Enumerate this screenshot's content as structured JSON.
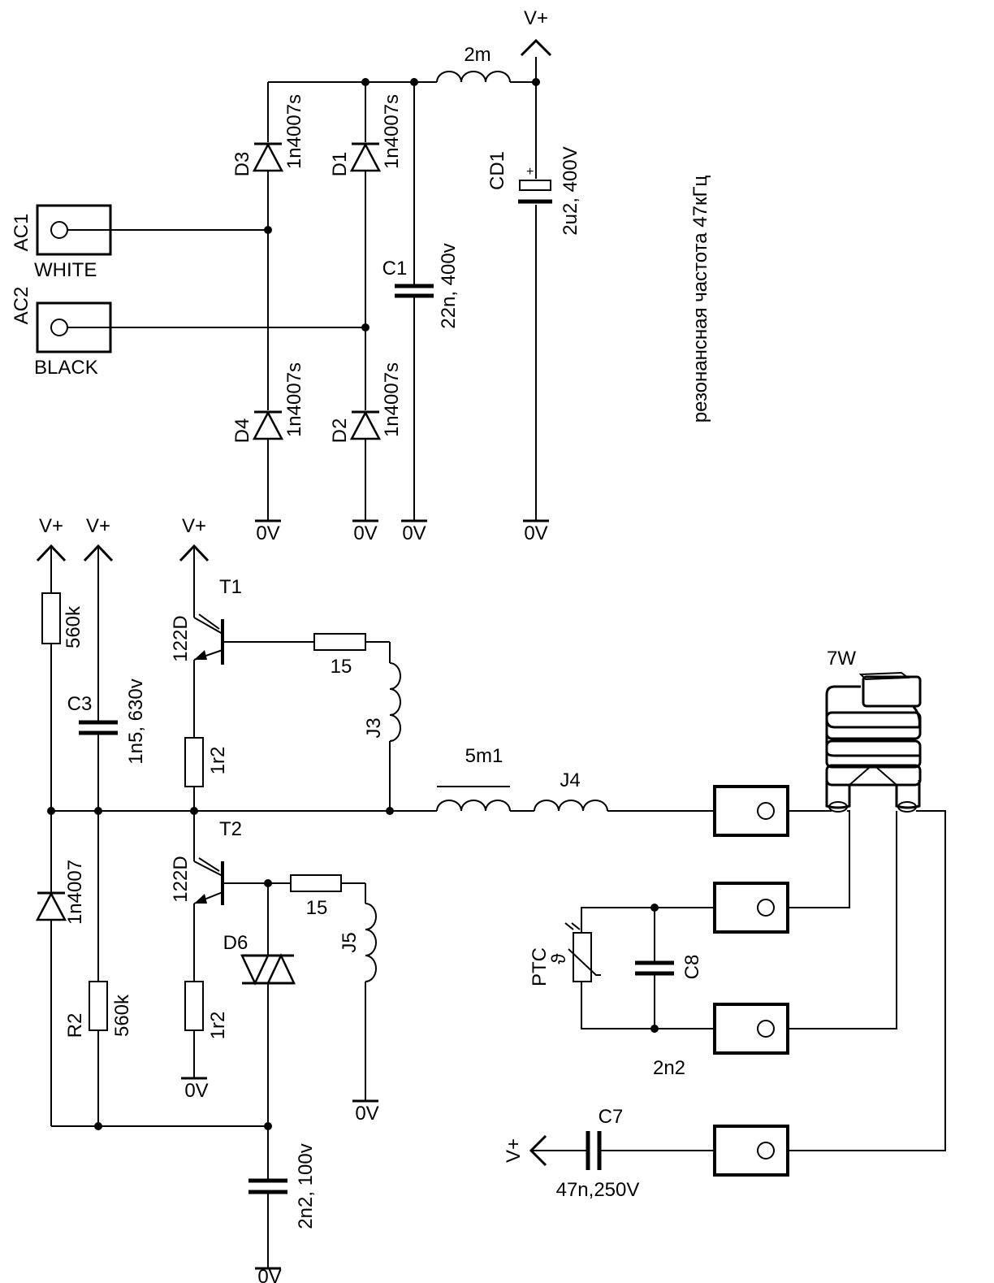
{
  "supply": {
    "vplus": "V+",
    "ground": "0V",
    "inductor_value": "2m",
    "ac1_ref": "AC1",
    "ac1_label": "WHITE",
    "ac2_ref": "AC2",
    "ac2_label": "BLACK",
    "d1_ref": "D1",
    "d1_value": "1n4007s",
    "d2_ref": "D2",
    "d2_value": "1n4007s",
    "d3_ref": "D3",
    "d3_value": "1n4007s",
    "d4_ref": "D4",
    "d4_value": "1n4007s",
    "c1_ref": "C1",
    "c1_value": "22n, 400v",
    "cd1_ref": "CD1",
    "cd1_value": "2u2, 400V",
    "cd1_plus": "+"
  },
  "note": "резонансная частота 47кГц",
  "inverter": {
    "vplus": "V+",
    "ground": "0V",
    "r_top_value": "560k",
    "c3_ref": "C3",
    "c3_value": "1n5, 630v",
    "diac_diode_value": "1n4007",
    "r2_ref": "R2",
    "r2_value": "560k",
    "c_bottom_value": "2n2, 100v",
    "t1_ref": "T1",
    "t1_value": "122D",
    "t2_ref": "T2",
    "t2_value": "122D",
    "r_t1_emitter": "1r2",
    "r_t2_emitter": "1r2",
    "r_t1_base": "15",
    "r_t2_base": "15",
    "j3_ref": "J3",
    "j5_ref": "J5",
    "d6_ref": "D6",
    "choke_value": "5m1",
    "j4_ref": "J4"
  },
  "lamp": {
    "power": "7W",
    "ptc_ref": "PTC",
    "ptc_symbol": "ϑ",
    "c8_ref": "C8",
    "c8_value": "2n2",
    "c7_ref": "C7",
    "c7_value": "47n,250V",
    "vplus": "V+"
  }
}
